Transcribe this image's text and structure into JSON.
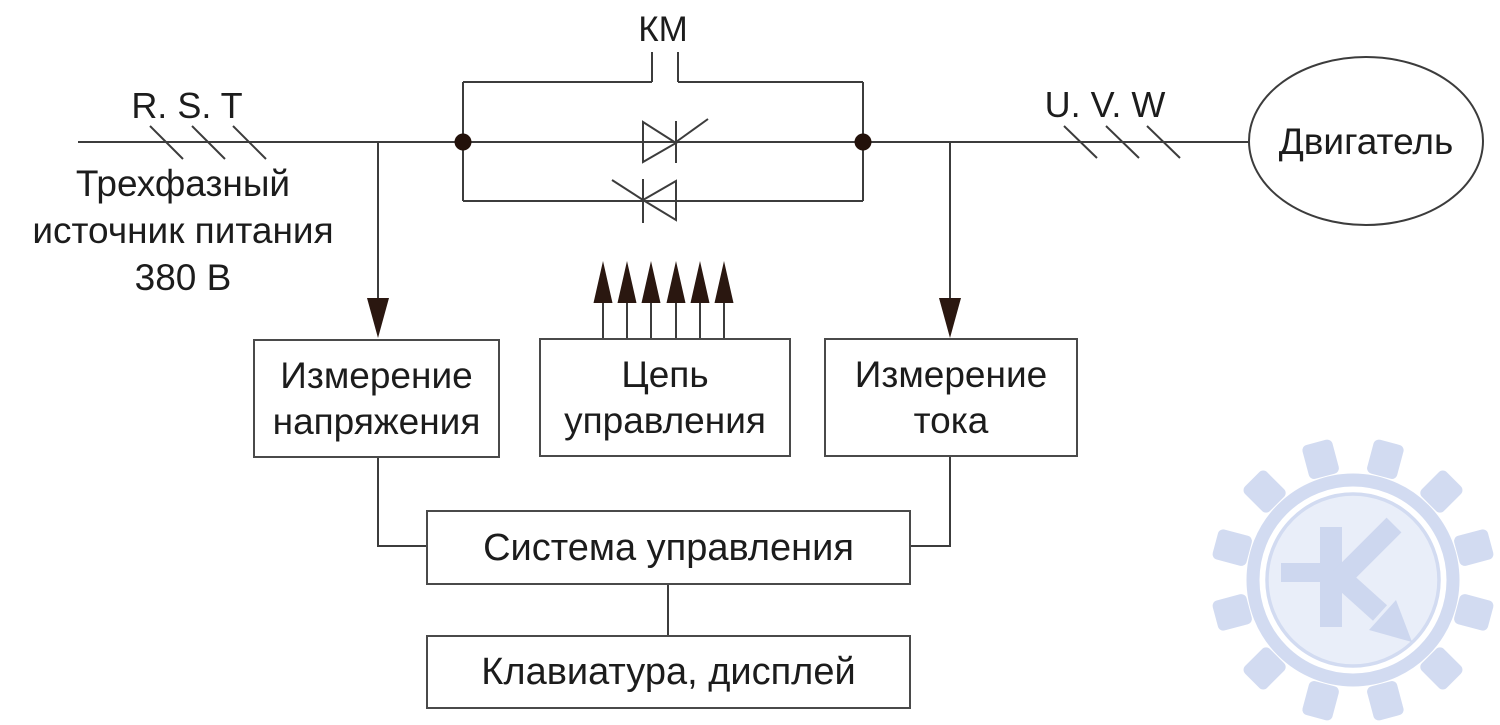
{
  "labels": {
    "km": "КМ",
    "rst": "R. S. T",
    "uvw": "U. V. W",
    "source": {
      "line1": "Трехфазный",
      "line2": "источник питания",
      "line3": "380 В"
    },
    "motor": "Двигатель"
  },
  "boxes": {
    "voltage_measurement": {
      "lines": [
        "Измерение",
        "напряжения"
      ]
    },
    "control_circuit": {
      "lines": [
        "Цепь",
        "управления"
      ]
    },
    "current_measurement": {
      "lines": [
        "Измерение",
        "тока"
      ]
    },
    "control_system": {
      "label": "Система управления"
    },
    "keyboard_display": {
      "label": "Клавиатура, дисплей"
    }
  },
  "colors": {
    "line": "#3c3c3c",
    "box_border": "#4a4a4a",
    "text": "#1c1c1c",
    "arrow_fill": "#2a1710",
    "junction_dot": "#23110a",
    "watermark_main": "#d2dbf1",
    "watermark_glyph": "#cdd7ef",
    "watermark_center": "#e9eef9",
    "background": "#ffffff"
  },
  "icons": {
    "watermark": "gear-arrow-k-logo",
    "junctions": "connection-dot",
    "thyristors": "anti-parallel-scr-pair",
    "contactor": "km-contact-gap"
  }
}
